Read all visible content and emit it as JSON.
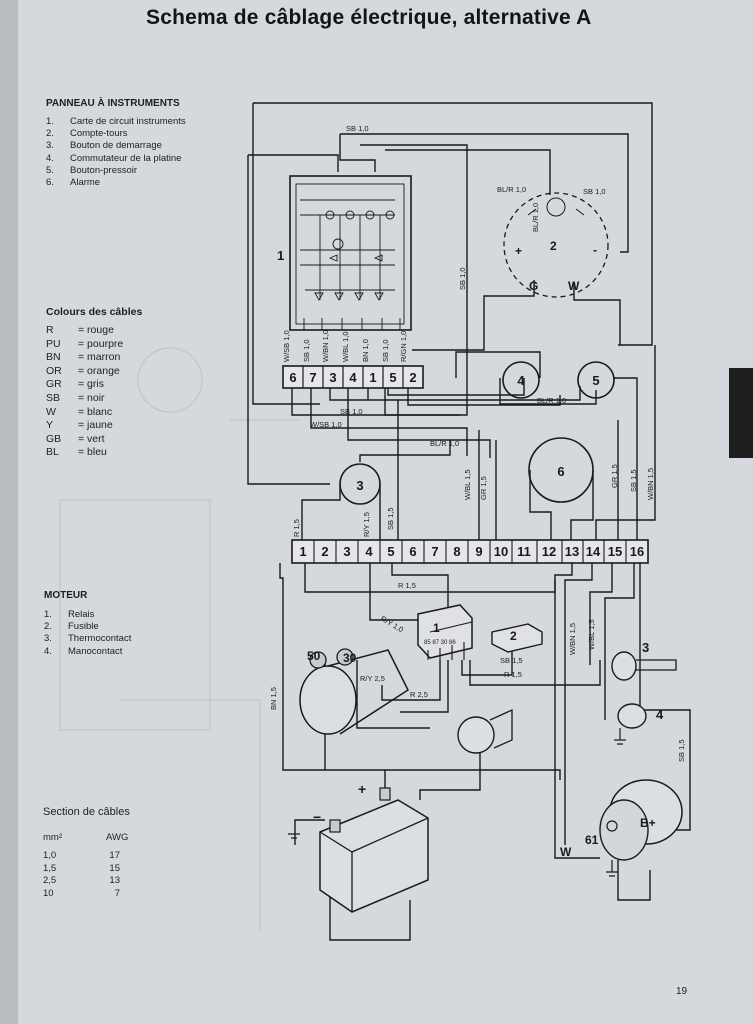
{
  "title": "Schema de câblage électrique, alternative A",
  "page_number": "19",
  "panneau": {
    "heading": "PANNEAU À INSTRUMENTS",
    "items": [
      {
        "num": "1.",
        "label": "Carte de circuit instruments"
      },
      {
        "num": "2.",
        "label": "Compte-tours"
      },
      {
        "num": "3.",
        "label": "Bouton de demarrage"
      },
      {
        "num": "4.",
        "label": "Commutateur de la platine"
      },
      {
        "num": "5.",
        "label": "Bouton-pressoir"
      },
      {
        "num": "6.",
        "label": "Alarme"
      }
    ]
  },
  "colours": {
    "heading": "Colours des câbles",
    "items": [
      {
        "code": "R",
        "name": "= rouge"
      },
      {
        "code": "PU",
        "name": "= pourpre"
      },
      {
        "code": "BN",
        "name": "= marron"
      },
      {
        "code": "OR",
        "name": "= orange"
      },
      {
        "code": "GR",
        "name": "= gris"
      },
      {
        "code": "SB",
        "name": "= noir"
      },
      {
        "code": "W",
        "name": "= blanc"
      },
      {
        "code": "Y",
        "name": "= jaune"
      },
      {
        "code": "GB",
        "name": "= vert"
      },
      {
        "code": "BL",
        "name": "= bleu"
      }
    ]
  },
  "moteur": {
    "heading": "MOTEUR",
    "items": [
      {
        "num": "1.",
        "label": "Relais"
      },
      {
        "num": "2.",
        "label": "Fusible"
      },
      {
        "num": "3.",
        "label": "Thermocontact"
      },
      {
        "num": "4.",
        "label": "Manocontact"
      }
    ]
  },
  "cable_sections": {
    "heading": "Section de câbles",
    "col_mm2": "mm²",
    "col_awg": "AWG",
    "rows": [
      {
        "mm2": "1,0",
        "awg": "17"
      },
      {
        "mm2": "1,5",
        "awg": "15"
      },
      {
        "mm2": "2,5",
        "awg": "13"
      },
      {
        "mm2": "10",
        "awg": "7"
      }
    ]
  },
  "diagram": {
    "panel_connector": [
      "6",
      "7",
      "3",
      "4",
      "1",
      "5",
      "2"
    ],
    "terminal_strip": [
      "1",
      "2",
      "3",
      "4",
      "5",
      "6",
      "7",
      "8",
      "9",
      "10",
      "11",
      "12",
      "13",
      "14",
      "15",
      "16"
    ],
    "component_numbers": {
      "board": "1",
      "tacho": "2",
      "start_button": "3",
      "switch": "4",
      "push_button": "5",
      "alarm": "6",
      "relay": "1",
      "fuse": "2",
      "thermo": "3",
      "mano": "4"
    },
    "tacho_terminals": {
      "plus": "+",
      "minus": "-",
      "g": "G",
      "w": "W"
    },
    "starter_terminals": {
      "t50": "50",
      "t30": "30"
    },
    "relay_pins": "85 87 30 86",
    "alternator_terminals": {
      "w": "W",
      "t61": "61",
      "bplus": "B+"
    },
    "battery_signs": {
      "minus": "−",
      "plus": "+"
    },
    "wire_labels": {
      "sb10_a": "SB 1,0",
      "blr10_tacho": "BL/R 1,0",
      "sb10_tacho": "SB 1,0",
      "blr10_v": "BL/R 1,0",
      "sb10_v": "SB 1,0",
      "conn_1": "W/SB 1,0",
      "conn_2": "SB 1,0",
      "conn_3": "W/BN 1,0",
      "conn_4": "W/BL 1,0",
      "conn_5": "BN 1,0",
      "conn_6": "SB 1,0",
      "conn_7": "R/GN 1,0",
      "blr10_h": "BL/R 1,0",
      "sb10_h": "SB 1,0",
      "wsb10_h": "W/SB 1,0",
      "blr10_h2": "BL/R 1,0",
      "r15_v": "R 1,5",
      "ry15_v": "R/Y 1,5",
      "sb15_v": "SB 1,5",
      "wbl15": "W/BL 1,5",
      "gr15_a": "GR 1,5",
      "gr15_b": "GR 1,5",
      "sb15_b": "SB 1,5",
      "wbn15": "W/BN 1,5",
      "r15_h": "R 1,5",
      "ry10": "R/Y 1,0",
      "sb15_fuse": "SB 1,5",
      "r15_relay": "R 1,5",
      "wbn15_m": "W/BN 1,5",
      "wbl15_m": "W/BL 1,5",
      "ry25": "R/Y 2,5",
      "r25": "R 2,5",
      "bn15": "BN 1,5",
      "sb15_alt": "SB 1,5"
    }
  }
}
